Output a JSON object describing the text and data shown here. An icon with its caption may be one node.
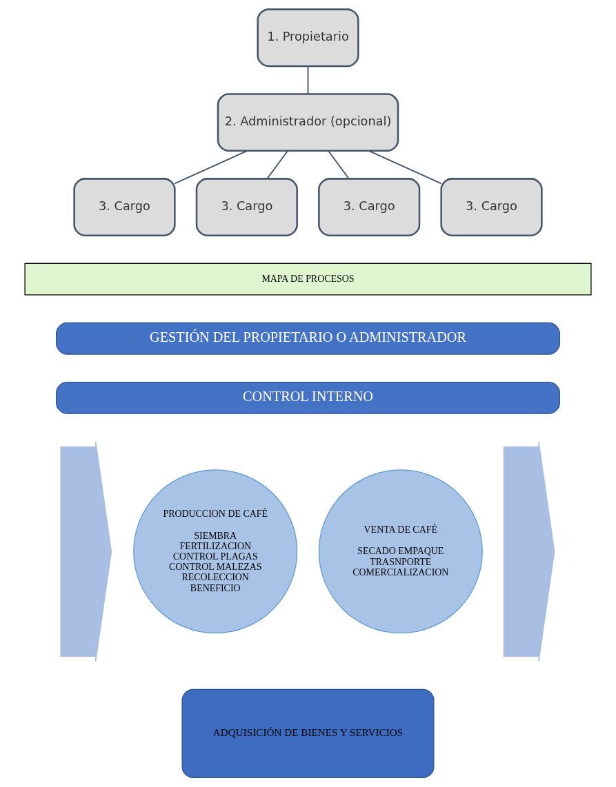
{
  "diagram": {
    "nodes": [
      {
        "text": [
          "1. Propietario"
        ]
      },
      {
        "text": [
          "2. Administrador (opcional)"
        ]
      },
      {
        "text": [
          "3. Cargo"
        ]
      },
      {
        "text": [
          "3. Cargo"
        ]
      },
      {
        "text": [
          "3. Cargo"
        ]
      },
      {
        "text": [
          "3. Cargo"
        ]
      },
      {
        "text": [
          "MAPA DE PROCESOS"
        ]
      },
      {
        "text": [
          "GESTIÓN DEL PROPIETARIO O ADMINISTRADOR"
        ]
      },
      {
        "text": [
          "CONTROL INTERNO"
        ]
      },
      {
        "text": [],
        "shape": "arrow"
      },
      {
        "text": [
          "PRODUCCION DE CAFÉ",
          "SIEMBRA FERTILIZACION CONTROL PLAGAS CONTROL MALEZAS RECOLECCION BENEFICIO"
        ]
      },
      {
        "text": [
          "VENTA DE CAFÉ",
          "SECADO EMPAQUE TRASNPORTE COMERCIALIZACION"
        ]
      },
      {
        "text": [],
        "shape": "arrow"
      },
      {
        "text": [
          "ADQUISICIÓN DE BIENES Y SERVICIOS"
        ]
      }
    ],
    "edges": [
      {
        "from": 0,
        "to": 1,
        "arrow": "none"
      },
      {
        "from": 1,
        "to": 2,
        "arrow": "none"
      },
      {
        "from": 1,
        "to": 3,
        "arrow": "none"
      },
      {
        "from": 1,
        "to": 4,
        "arrow": "none"
      },
      {
        "from": 1,
        "to": 5,
        "arrow": "none"
      }
    ]
  }
}
